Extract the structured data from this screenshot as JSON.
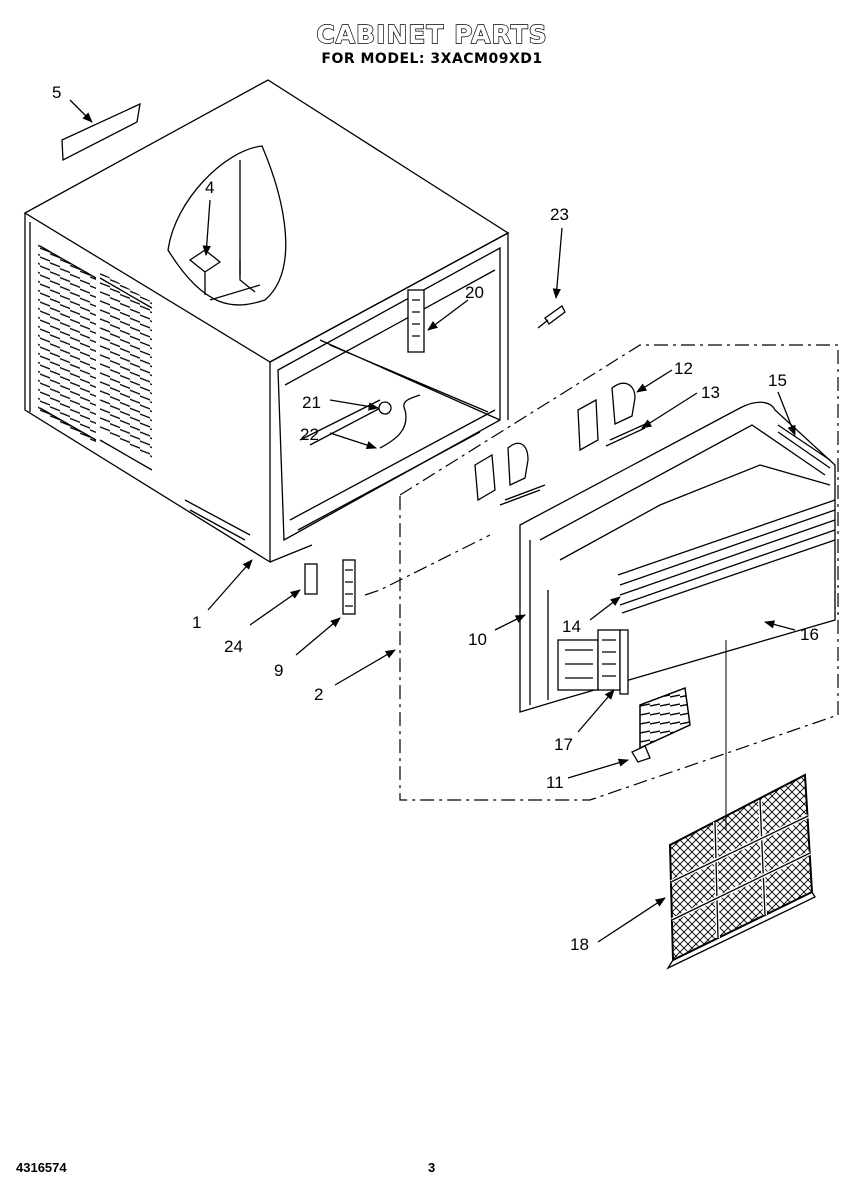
{
  "header": {
    "title": "CABINET PARTS",
    "subtitle": "FOR MODEL: 3XACM09XD1"
  },
  "footer": {
    "part_number": "4316574",
    "page_number": "3"
  },
  "callouts": {
    "c1": "1",
    "c2": "2",
    "c4": "4",
    "c5": "5",
    "c9": "9",
    "c10": "10",
    "c11": "11",
    "c12": "12",
    "c13": "13",
    "c14": "14",
    "c15": "15",
    "c16": "16",
    "c17": "17",
    "c18": "18",
    "c20": "20",
    "c21": "21",
    "c22": "22",
    "c23": "23",
    "c24": "24"
  }
}
